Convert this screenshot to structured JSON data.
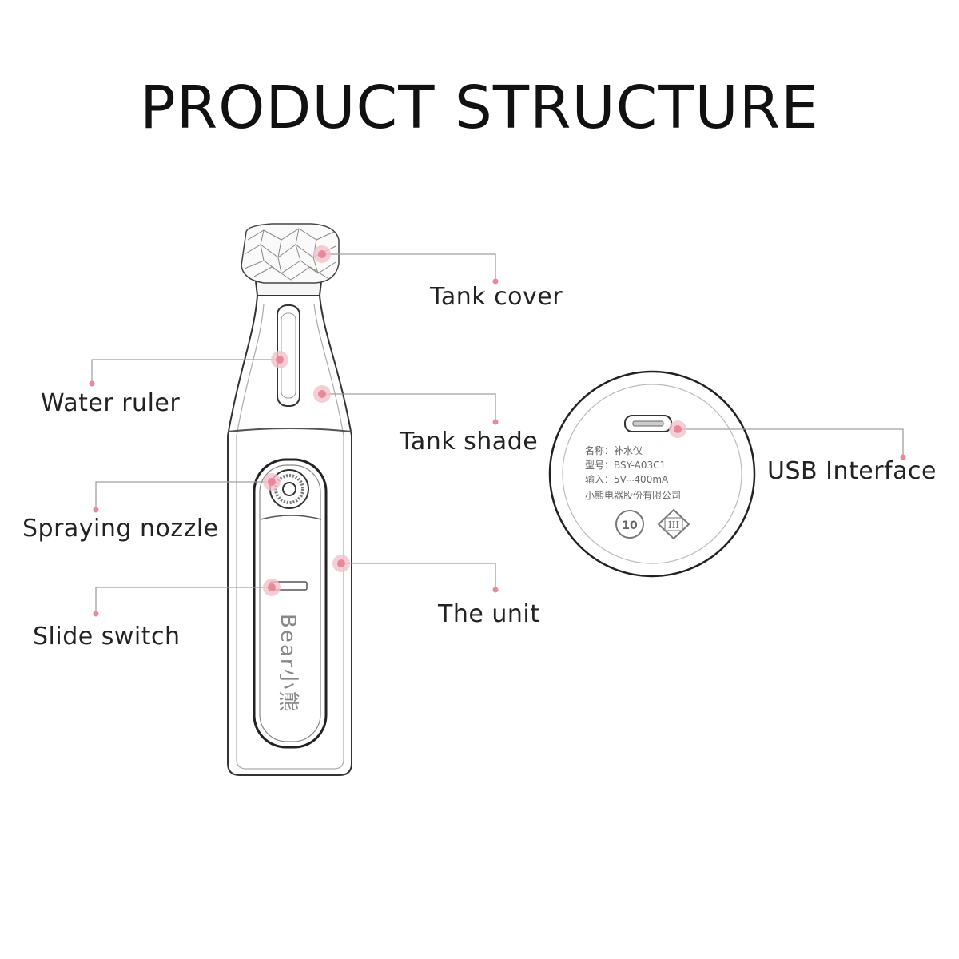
{
  "title": "PRODUCT STRUCTURE",
  "labels": {
    "tank_cover": "Tank cover",
    "water_ruler": "Water ruler",
    "tank_shade": "Tank shade",
    "spraying_nozzle": "Spraying nozzle",
    "the_unit": "The unit",
    "slide_switch": "Slide switch",
    "usb_interface": "USB Interface"
  },
  "device": {
    "brand_text": "Bear小熊"
  },
  "base_label": {
    "line1": "名称：补水仪",
    "line2": "型号：BSY-A03C1",
    "line3": "输入：5V⎓400mA",
    "line4": "小熊电器股份有限公司",
    "badge_left": "10",
    "badge_right": "III"
  },
  "colors": {
    "accent": "#e8889a",
    "leader_line": "#9a9a9a"
  }
}
